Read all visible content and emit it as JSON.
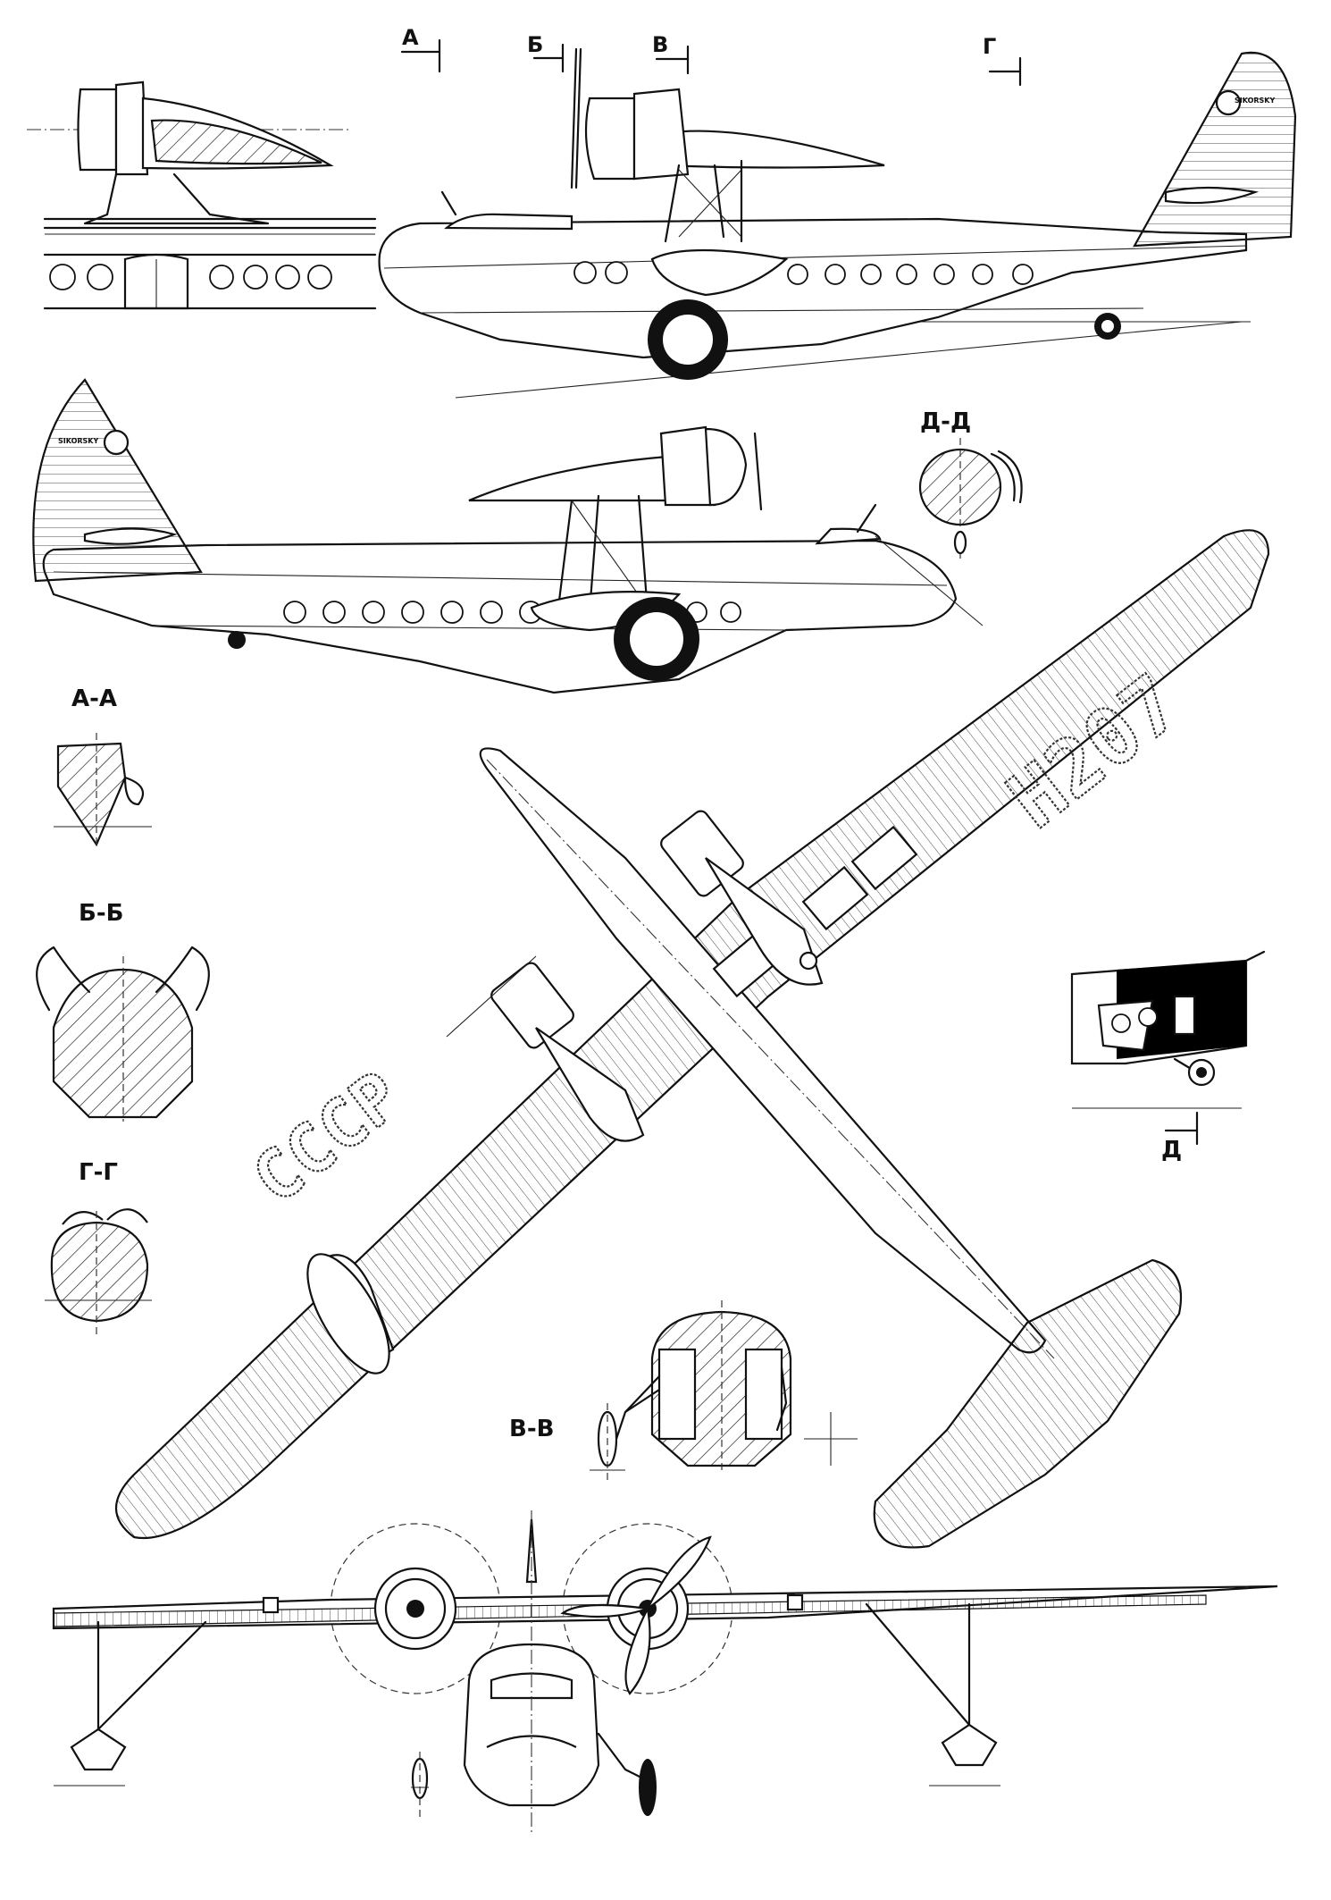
{
  "section_labels": {
    "aa": "А-А",
    "bb": "Б-Б",
    "vv": "В-В",
    "gg": "Г-Г",
    "dd": "Д-Д"
  },
  "cut_markers": {
    "a": "А",
    "b": "Б",
    "v": "В",
    "g": "Г",
    "d": "Д"
  },
  "registration": {
    "right_wing": "H207",
    "left_wing": "СССР"
  },
  "tail_lettering": "SIKORSKY",
  "colors": {
    "ink": "#111111",
    "paper": "#ffffff"
  }
}
